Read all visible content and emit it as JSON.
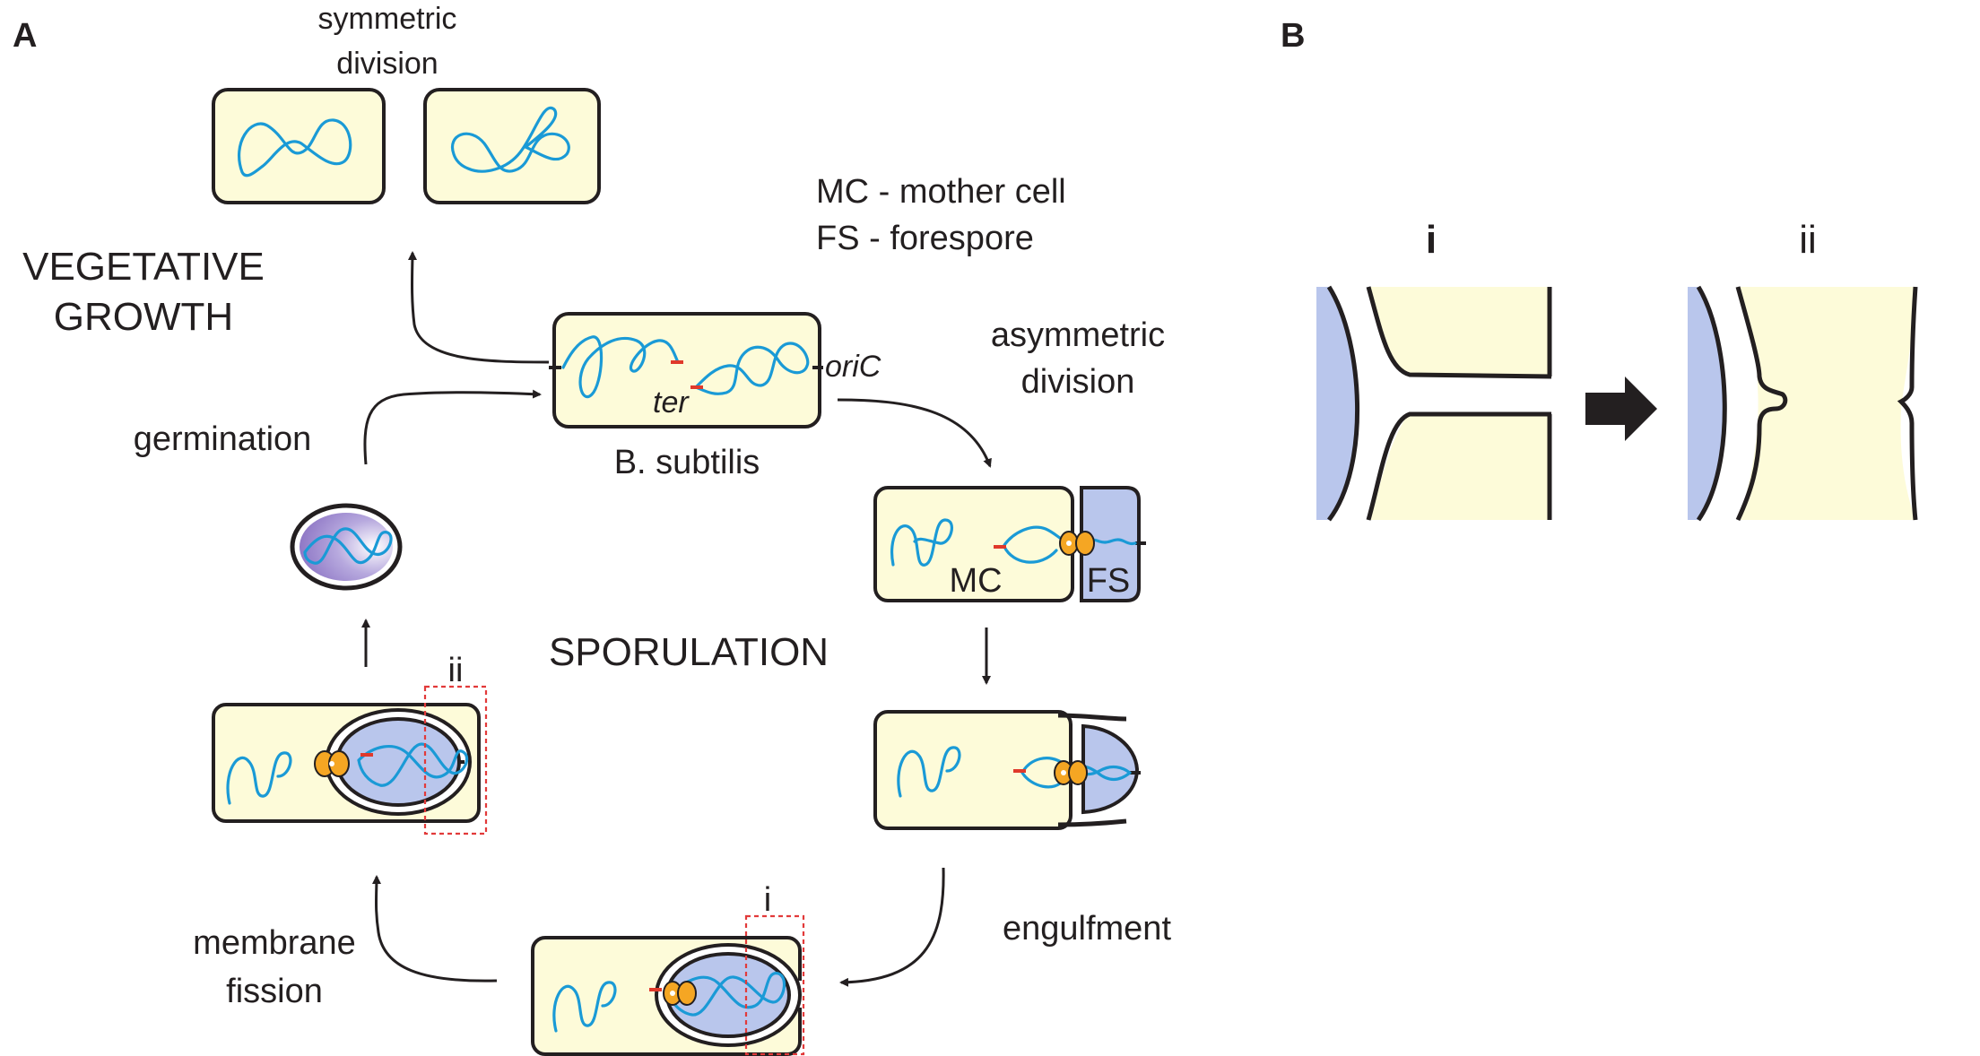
{
  "panels": {
    "a": "A",
    "b": "B"
  },
  "labels": {
    "symmetric": "symmetric",
    "division": "division",
    "vegetative": "VEGETATIVE",
    "growth": "GROWTH",
    "legend_mc": "MC - mother cell",
    "legend_fs": "FS  - forespore",
    "asymmetric": "asymmetric",
    "asym_division": "division",
    "germination": "germination",
    "bsubtilis": "B. subtilis",
    "ter": "ter",
    "oric": "oriC",
    "mc": "MC",
    "fs": "FS",
    "sporulation": "SPORULATION",
    "engulfment": "engulfment",
    "membrane": "membrane",
    "fission": "fission",
    "box_ii": "ii",
    "box_i": "i",
    "b_i": "i",
    "b_ii": "ii"
  },
  "colors": {
    "cell_fill": "#fdfbd9",
    "forespore_fill": "#b9c6ec",
    "dna": "#1a9ad6",
    "protein": "#f5a623",
    "terminus_mark": "#e0392b",
    "highlight_box": "#e23a3a"
  }
}
